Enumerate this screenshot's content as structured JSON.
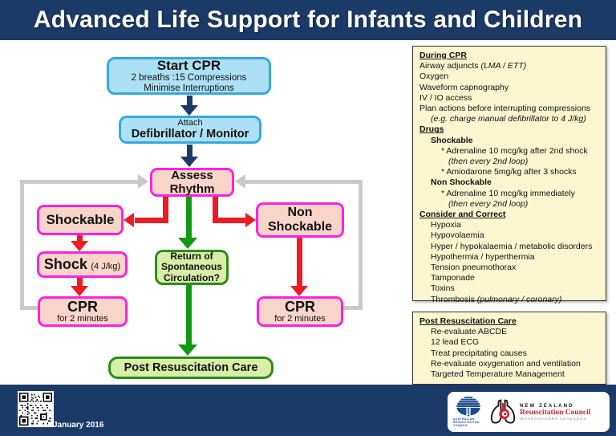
{
  "title": "Advanced Life Support for Infants and Children",
  "flowchart": {
    "start_cpr_title": "Start CPR",
    "start_cpr_line1": "2 breaths :15 Compressions",
    "start_cpr_line2": "Minimise Interruptions",
    "attach_line1": "Attach",
    "attach_line2": "Defibrillator / Monitor",
    "assess_rhythm": "Assess Rhythm",
    "shockable": "Shockable",
    "non_shockable": "Non Shockable",
    "shock": "Shock",
    "shock_dose": "(4 J/kg)",
    "rosc": "Return of Spontaneous Circulation?",
    "cpr": "CPR",
    "cpr_sub": "for 2 minutes",
    "post_care": "Post Resuscitation Care"
  },
  "panels": {
    "during_cpr": {
      "lines": [
        {
          "text": "During CPR",
          "style": "h",
          "indent": 0
        },
        {
          "text": "Airway adjuncts ",
          "em": "(LMA / ETT)",
          "indent": 0
        },
        {
          "text": "Oxygen",
          "indent": 0
        },
        {
          "text": "Waveform capnography",
          "indent": 0
        },
        {
          "text": "IV / IO access",
          "indent": 0
        },
        {
          "text": "Plan actions before interrupting compressions",
          "indent": 0
        },
        {
          "text": "",
          "em": "(e.g. charge manual defibrillator to 4 J/kg)",
          "indent": 1
        },
        {
          "text": "Drugs",
          "style": "h",
          "indent": 0
        },
        {
          "text": "Shockable",
          "style": "b",
          "indent": 1
        },
        {
          "text": "* Adrenaline 10 mcg/kg after 2nd shock",
          "indent": 2
        },
        {
          "text": "",
          "em": "(then every 2nd loop)",
          "indent": 3
        },
        {
          "text": "* Amiodarone 5mg/kg after 3 shocks",
          "indent": 2
        },
        {
          "text": "Non Shockable",
          "style": "b",
          "indent": 1
        },
        {
          "text": "* Adrenaline 10 mcg/kg immediately",
          "indent": 2
        },
        {
          "text": "",
          "em": "(then every 2nd loop)",
          "indent": 3
        },
        {
          "text": "Consider and Correct",
          "style": "h",
          "indent": 0
        },
        {
          "text": "Hypoxia",
          "indent": 1
        },
        {
          "text": "Hypovolaemia",
          "indent": 1
        },
        {
          "text": "Hyper / hypokalaemia / metabolic disorders",
          "indent": 1
        },
        {
          "text": "Hypothermia / hyperthermia",
          "indent": 1
        },
        {
          "text": "Tension pneumothorax",
          "indent": 1
        },
        {
          "text": "Tamponade",
          "indent": 1
        },
        {
          "text": "Toxins",
          "indent": 1
        },
        {
          "text": "Thrombosis ",
          "em": "(pulmonary / coronary)",
          "indent": 1
        }
      ]
    },
    "post_resus": {
      "lines": [
        {
          "text": "Post Resuscitation Care",
          "style": "h",
          "indent": 0
        },
        {
          "text": "Re-evaluate ABCDE",
          "indent": 1
        },
        {
          "text": "12 lead ECG",
          "indent": 1
        },
        {
          "text": "Treat precipitating causes",
          "indent": 1
        },
        {
          "text": "Re-evaluate oxygenation and ventilation",
          "indent": 1
        },
        {
          "text": "Targeted Temperature Management",
          "indent": 1
        }
      ]
    }
  },
  "footer": {
    "date": "January 2016",
    "arc_line1": "AUSTRALIAN",
    "arc_line2": "RESUSCITATION",
    "arc_line3": "COUNCIL",
    "nz_name": "NEW ZEALAND",
    "nz_council": "Resuscitation Council",
    "nz_maori": "WHAKAHAUORA AOTEAROA"
  },
  "icons": {
    "qr_code": "qr-code",
    "arc_logo": "australian-resuscitation-council-globe",
    "nz_logo": "nz-lungs-koru"
  },
  "colors": {
    "header_bg": "#1c3a67",
    "box_cyan_fill": "#ace0f4",
    "box_cyan_border": "#36a9dd",
    "box_pink_fill": "#f8d5c8",
    "box_pink_border": "#ff22dd",
    "box_green_fill": "#d8eda6",
    "box_green_border": "#2e8b1e",
    "arrow_red": "#ed1c24",
    "arrow_green": "#119911",
    "arrow_navy": "#1c3a67",
    "loop_gray": "#c9c9c9",
    "panel_bg": "#fcf6d0"
  }
}
